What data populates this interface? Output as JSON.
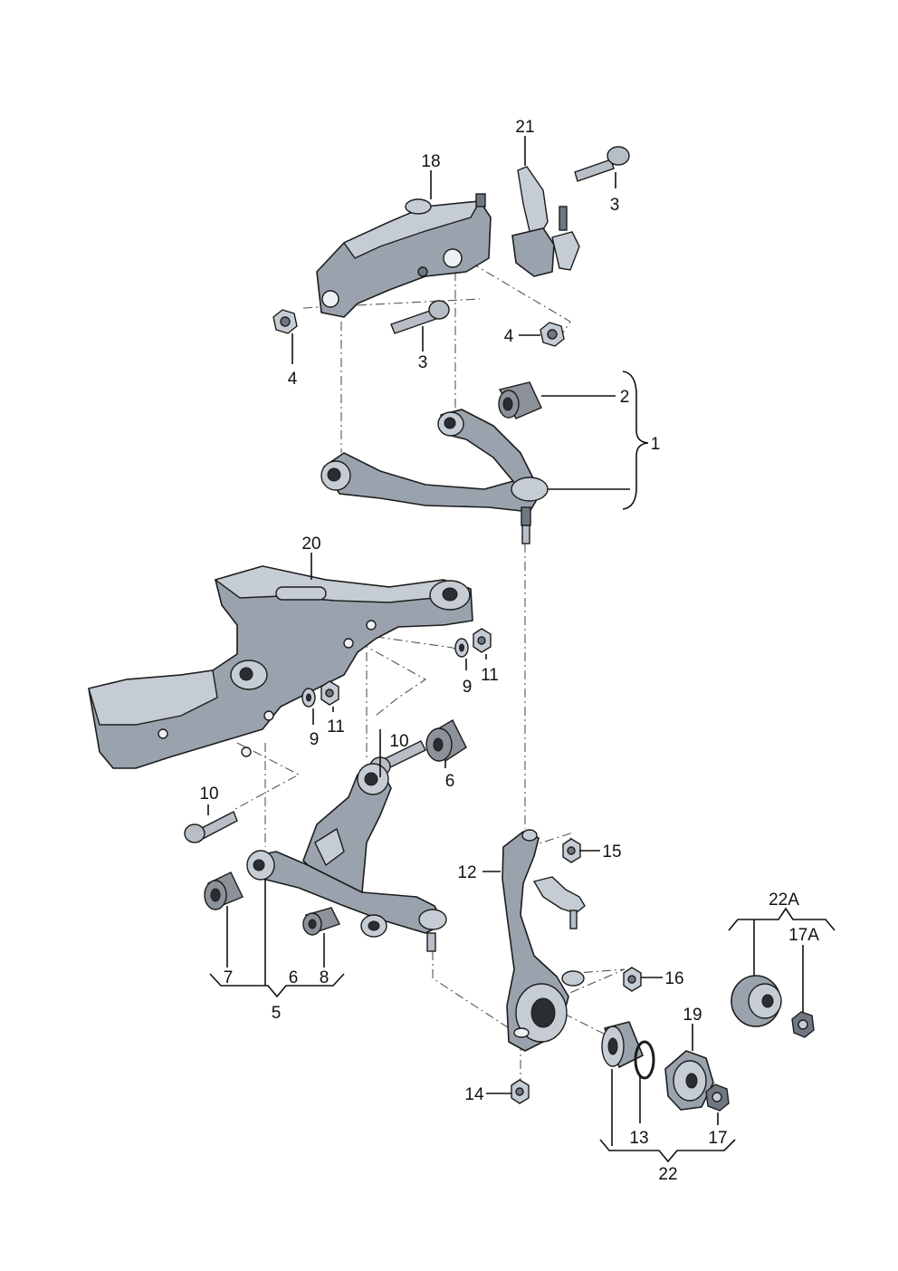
{
  "labels": {
    "p1": "1",
    "p2": "2",
    "p3a": "3",
    "p3b": "3",
    "p4a": "4",
    "p4b": "4",
    "p5": "5",
    "p6a": "6",
    "p6b": "6",
    "p7": "7",
    "p8": "8",
    "p9a": "9",
    "p9b": "9",
    "p10a": "10",
    "p10b": "10",
    "p11a": "11",
    "p11b": "11",
    "p12": "12",
    "p13": "13",
    "p14": "14",
    "p15": "15",
    "p16": "16",
    "p17": "17",
    "p17a": "17A",
    "p18": "18",
    "p19": "19",
    "p20": "20",
    "p21": "21",
    "p22": "22",
    "p22a": "22A"
  },
  "colors": {
    "metal": "#9aa3ad",
    "metal_light": "#c5ccd3",
    "metal_dark": "#6f7882",
    "line": "#111111"
  }
}
